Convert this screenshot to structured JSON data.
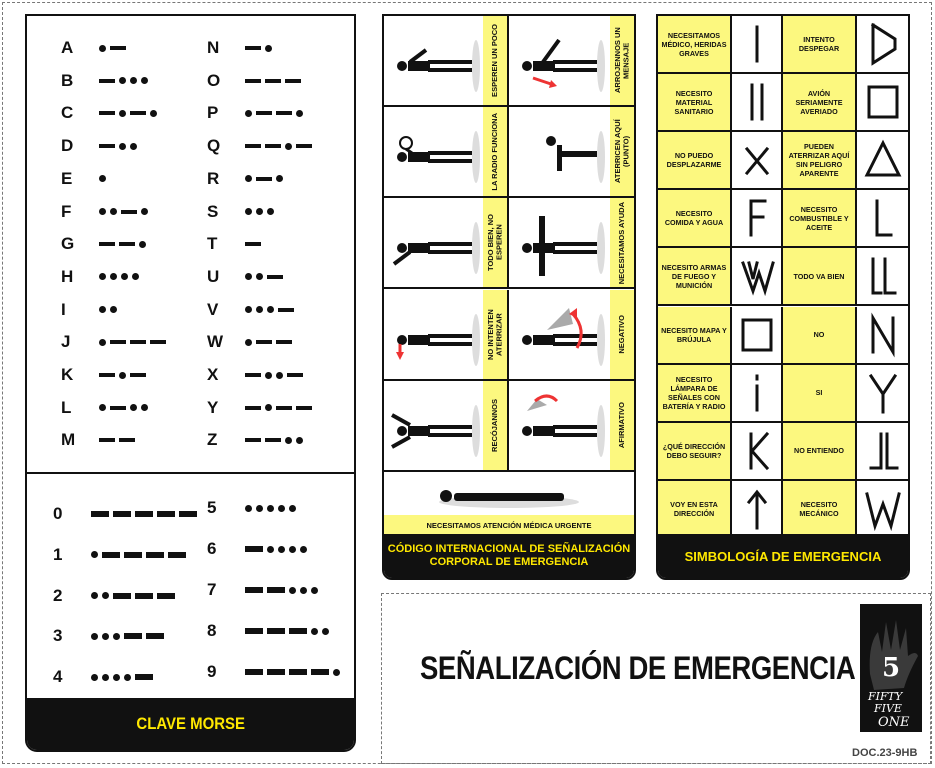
{
  "morse": {
    "footer": "CLAVE MORSE",
    "letters_left": [
      {
        "l": "A",
        "c": ".-"
      },
      {
        "l": "B",
        "c": "-..."
      },
      {
        "l": "C",
        "c": "-.-."
      },
      {
        "l": "D",
        "c": "-.."
      },
      {
        "l": "E",
        "c": "."
      },
      {
        "l": "F",
        "c": "..-."
      },
      {
        "l": "G",
        "c": "--."
      },
      {
        "l": "H",
        "c": "...."
      },
      {
        "l": "I",
        "c": ".."
      },
      {
        "l": "J",
        "c": ".---"
      },
      {
        "l": "K",
        "c": "-.-"
      },
      {
        "l": "L",
        "c": ".-.."
      },
      {
        "l": "M",
        "c": "--"
      }
    ],
    "letters_right": [
      {
        "l": "N",
        "c": "-."
      },
      {
        "l": "O",
        "c": "---"
      },
      {
        "l": "P",
        "c": ".--."
      },
      {
        "l": "Q",
        "c": "--.-"
      },
      {
        "l": "R",
        "c": ".-."
      },
      {
        "l": "S",
        "c": "..."
      },
      {
        "l": "T",
        "c": "-"
      },
      {
        "l": "U",
        "c": "..-"
      },
      {
        "l": "V",
        "c": "...-"
      },
      {
        "l": "W",
        "c": ".--"
      },
      {
        "l": "X",
        "c": "-..-"
      },
      {
        "l": "Y",
        "c": "-.--"
      },
      {
        "l": "Z",
        "c": "--.."
      }
    ],
    "digits_left": [
      {
        "l": "0",
        "c": "-----"
      },
      {
        "l": "1",
        "c": ".----"
      },
      {
        "l": "2",
        "c": "..---"
      },
      {
        "l": "3",
        "c": "...--"
      },
      {
        "l": "4",
        "c": "....-"
      }
    ],
    "digits_right": [
      {
        "l": "5",
        "c": "....."
      },
      {
        "l": "6",
        "c": "-...."
      },
      {
        "l": "7",
        "c": "--..."
      },
      {
        "l": "8",
        "c": "---.."
      },
      {
        "l": "9",
        "c": "----."
      }
    ]
  },
  "body": {
    "footer_line1": "CÓDIGO INTERNACIONAL DE SEÑALIZACIÓN",
    "footer_line2": "CORPORAL DE EMERGENCIA",
    "cells": [
      {
        "label": "ESPEREN UN POCO",
        "pose": "standing-arm"
      },
      {
        "label": "ARROJENNOS UN MENSAJE",
        "pose": "bend-arrow"
      },
      {
        "label": "LA RADIO FUNCIONA",
        "pose": "hands-head"
      },
      {
        "label": "ATERRICEN AQUÍ (PUNTO)",
        "pose": "crouch"
      },
      {
        "label": "TODO BIEN, NO ESPEREN",
        "pose": "arm-down"
      },
      {
        "label": "NECESITAMOS AYUDA",
        "pose": "arms-up"
      },
      {
        "label": "NO INTENTEN ATERRIZAR",
        "pose": "arm-swing"
      },
      {
        "label": "NEGATIVO",
        "pose": "wave"
      },
      {
        "label": "RECÓJANNOS",
        "pose": "arms-v"
      },
      {
        "label": "AFIRMATIVO",
        "pose": "wave-top"
      }
    ],
    "wide_label": "NECESITAMOS ATENCIÓN MÉDICA URGENTE"
  },
  "symbols": {
    "footer": "SIMBOLOGÍA DE EMERGENCIA",
    "rows": [
      {
        "t1": "NECESITAMOS MÉDICO, HERIDAS GRAVES",
        "g1": "I",
        "t2": "INTENTO DESPEGAR",
        "g2": "D"
      },
      {
        "t1": "NECESITO MATERIAL SANITARIO",
        "g1": "II",
        "t2": "AVIÓN SERIAMENTE AVERIADO",
        "g2": "SQ"
      },
      {
        "t1": "NO PUEDO DESPLAZARME",
        "g1": "X",
        "t2": "PUEDEN ATERRIZAR AQUÍ SIN PELIGRO APARENTE",
        "g2": "TRI"
      },
      {
        "t1": "NECESITO COMIDA Y AGUA",
        "g1": "F",
        "t2": "NECESITO COMBUSTIBLE Y ACEITE",
        "g2": "L"
      },
      {
        "t1": "NECESITO ARMAS DE FUEGO Y MUNICIÓN",
        "g1": "VV",
        "t2": "TODO VA BIEN",
        "g2": "LL"
      },
      {
        "t1": "NECESITO MAPA Y BRÚJULA",
        "g1": "SQ",
        "t2": "NO",
        "g2": "N"
      },
      {
        "t1": "NECESITO LÁMPARA DE SEÑALES CON BATERÍA Y RADIO",
        "g1": "i",
        "t2": "SI",
        "g2": "Y"
      },
      {
        "t1": "¿QUÉ DIRECCIÓN DEBO SEGUIR?",
        "g1": "K",
        "t2": "NO ENTIENDO",
        "g2": "JL"
      },
      {
        "t1": "VOY EN ESTA DIRECCIÓN",
        "g1": "ARROW",
        "t2": "NECESITO MECÁNICO",
        "g2": "W"
      }
    ]
  },
  "title": "SEÑALIZACIÓN DE EMERGENCIA",
  "logo": {
    "line1": "FIFTY",
    "line2": "FIVE",
    "line3": "ONE",
    "small": "5"
  },
  "doc_code": "DOC.23-9HB",
  "colors": {
    "yellow": "#fcf87f",
    "footer_text": "#ffe800",
    "black": "#111111"
  }
}
